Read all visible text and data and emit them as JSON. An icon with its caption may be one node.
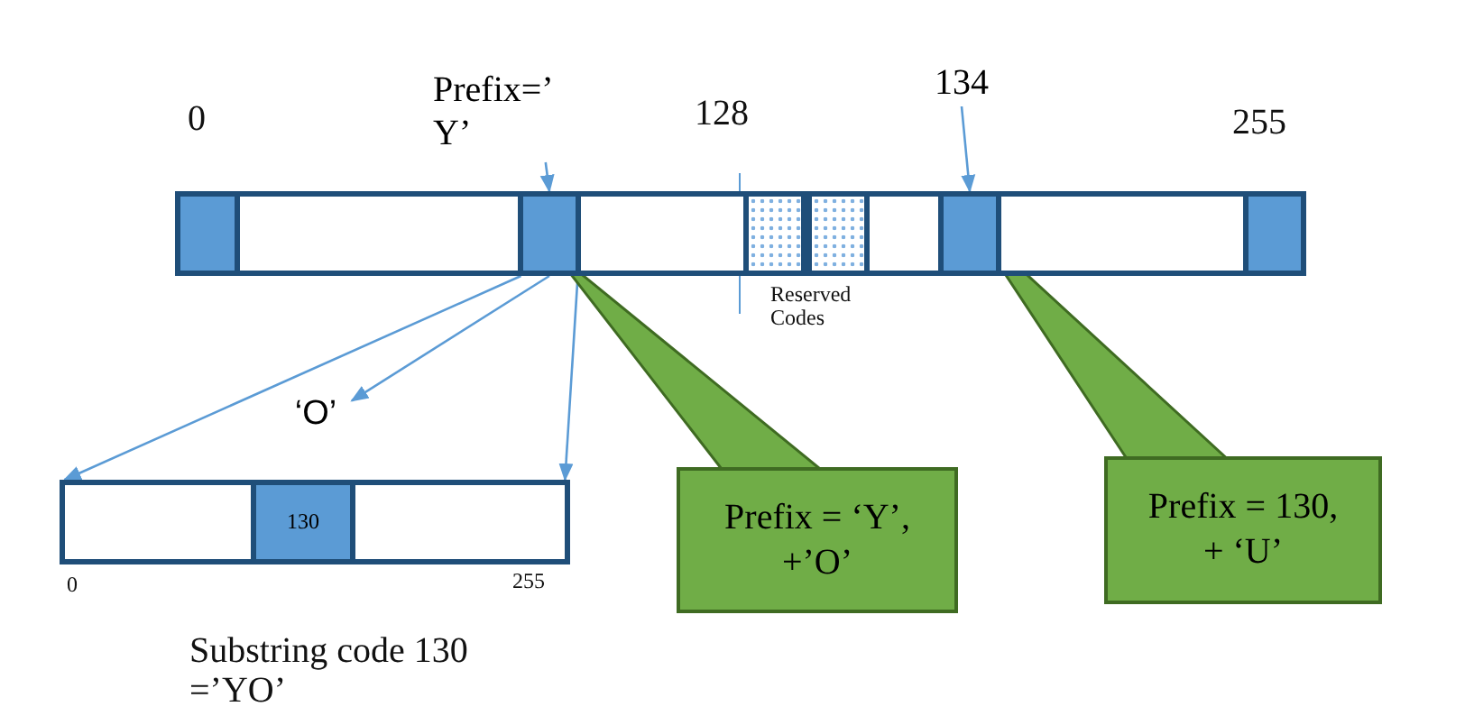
{
  "diagram": {
    "nodes": [
      {
        "text": [
          "Prefix=’ Y’"
        ]
      },
      {
        "text": [
          "134"
        ]
      },
      {
        "text": [],
        "shape": "bar"
      },
      {
        "text": [],
        "shape": "box",
        "in": 2
      },
      {
        "text": [],
        "shape": "box",
        "in": 2
      },
      {
        "text": [],
        "shape": "box",
        "in": 2
      },
      {
        "text": [],
        "shape": "box",
        "in": 2
      },
      {
        "text": [],
        "shape": "box",
        "in": 2
      },
      {
        "text": [],
        "shape": "box",
        "in": 2
      },
      {
        "text": [
          "‘O’"
        ]
      },
      {
        "text": [],
        "shape": "bar"
      },
      {
        "text": [
          "130"
        ],
        "in": 10
      },
      {
        "text": [
          "Prefix = ‘Y’, +’O’"
        ]
      },
      {
        "text": [
          "Prefix = 130, + ‘U’"
        ]
      }
    ],
    "edges": [
      {
        "from": 0,
        "to": 4,
        "arrow": "to"
      },
      {
        "from": 1,
        "to": 7,
        "arrow": "to"
      },
      {
        "from": 4,
        "to": 10,
        "arrow": "to"
      },
      {
        "from": 4,
        "to": 9,
        "arrow": "to"
      },
      {
        "from": 4,
        "to": 10,
        "arrow": "to"
      },
      {
        "from": 12,
        "to": 4,
        "arrow": "none",
        "style": "thick",
        "color": "#70ad47"
      },
      {
        "from": 13,
        "to": 7,
        "arrow": "none",
        "style": "thick",
        "color": "#70ad47"
      }
    ],
    "labels": [
      "0",
      "128",
      "255",
      "Reserved Codes",
      "0",
      "255",
      "Substring code 130 =’YO’"
    ]
  }
}
